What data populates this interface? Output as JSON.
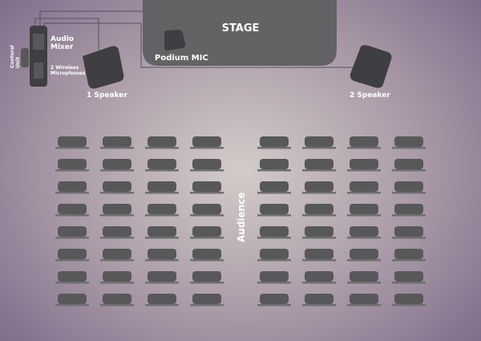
{
  "stage": {
    "label": "STAGE"
  },
  "equipment": {
    "audio_mixer": "Audio\nMixer",
    "audio_mixer_lines": [
      "Audio",
      "Mixer"
    ],
    "wireless_mics_lines": [
      "2 Wireless",
      "Microphones"
    ],
    "control_unit_lines": [
      "Contoral",
      "Unit"
    ],
    "podium_mic": "Podium MIC",
    "speaker1": "1 Speaker",
    "speaker2": "2 Speaker"
  },
  "audience": {
    "label": "Audience",
    "rows": 8,
    "columns_per_side": 4,
    "sides": 2
  },
  "colors": {
    "stage": "#636264",
    "equipment": "#3f3e42",
    "seat": "#58585a",
    "seat_base": "#6e6e70",
    "cable": "#5a4e62"
  }
}
